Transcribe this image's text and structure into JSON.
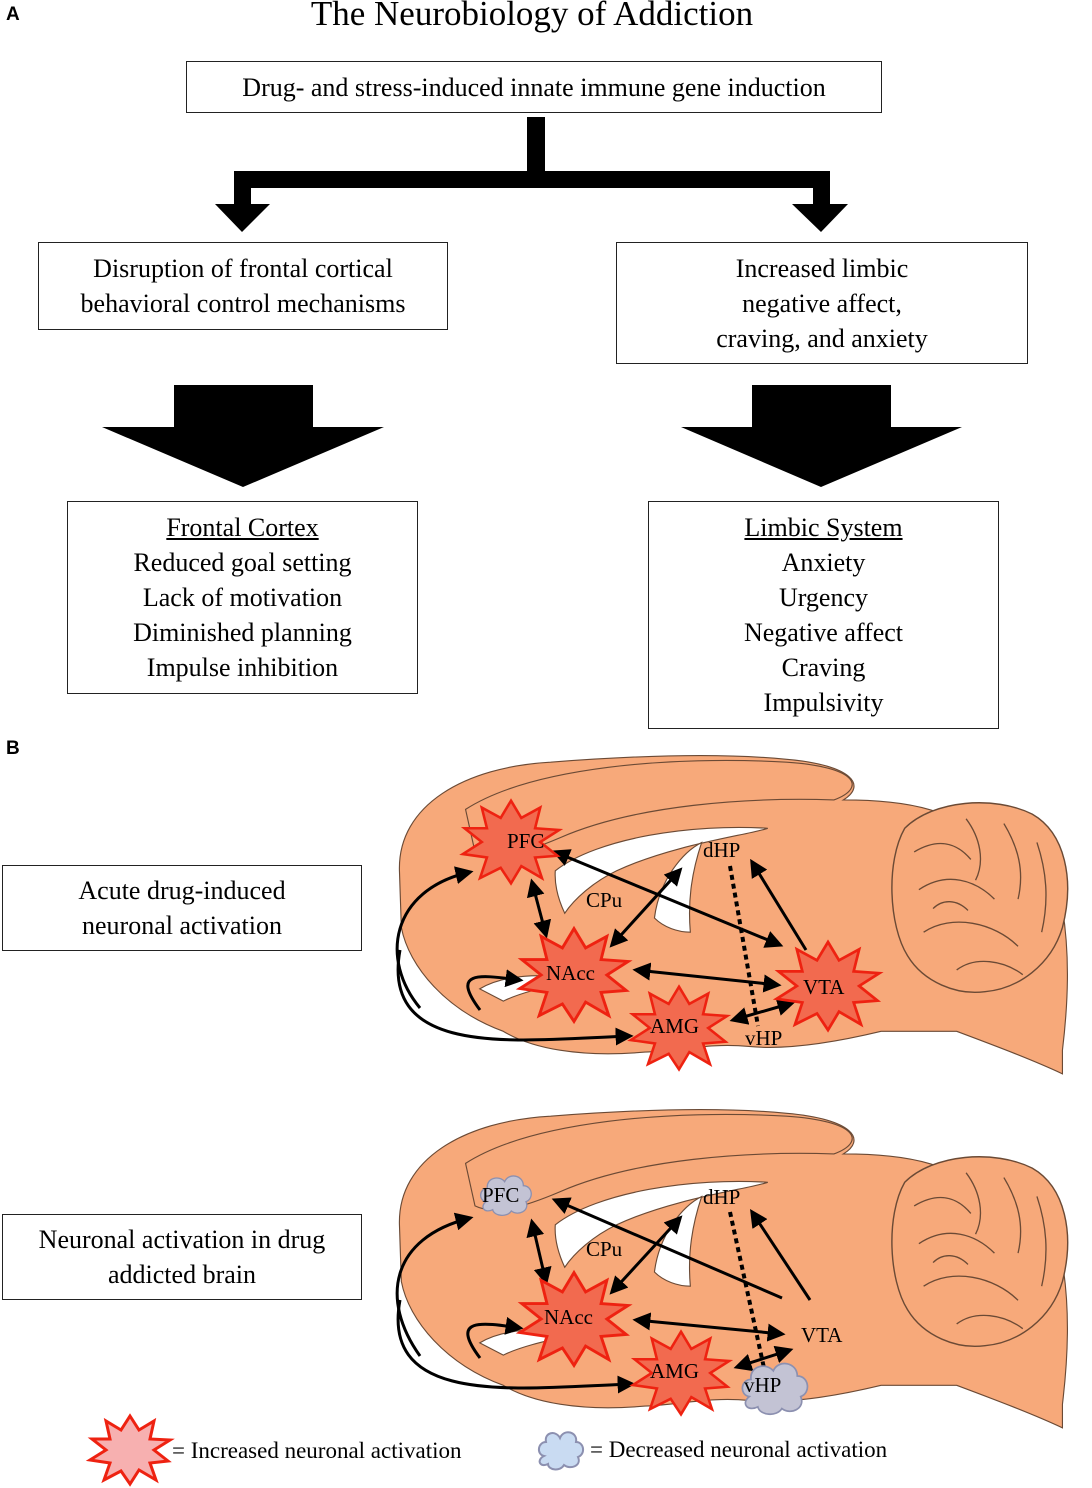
{
  "panel_a": {
    "letter": "A",
    "title": "The Neurobiology of Addiction",
    "top_box": "Drug- and stress-induced innate immune gene induction",
    "left_box": {
      "lines": [
        "Disruption of frontal cortical",
        "behavioral control mechanisms"
      ]
    },
    "right_box": {
      "lines": [
        "Increased limbic",
        "negative affect,",
        "craving, and anxiety"
      ]
    },
    "frontal_cortex": {
      "heading": "Frontal Cortex",
      "items": [
        "Reduced goal setting",
        "Lack of motivation",
        "Diminished planning",
        "Impulse inhibition"
      ]
    },
    "limbic_system": {
      "heading": "Limbic System",
      "items": [
        "Anxiety",
        "Urgency",
        "Negative affect",
        "Craving",
        "Impulsivity"
      ]
    }
  },
  "panel_b": {
    "letter": "B",
    "acute_label": {
      "lines": [
        "Acute drug-induced",
        "neuronal activation"
      ]
    },
    "addicted_label": {
      "lines": [
        "Neuronal activation in drug",
        "addicted brain"
      ]
    },
    "regions": {
      "pfc": "PFC",
      "dhp": "dHP",
      "cpu": "CPu",
      "nacc": "NAcc",
      "vta": "VTA",
      "amg": "AMG",
      "vhp": "vHP"
    },
    "legend": {
      "increased": "= Increased neuronal activation",
      "decreased": "= Decreased neuronal activation"
    },
    "colors": {
      "brain": "#f7a97a",
      "burst_fill": "#f26a4f",
      "burst_stroke": "#ee2211",
      "cloud_fill": "#c3c3d4",
      "cloud_stroke": "#8c90b0",
      "legend_burst_fill": "#f7b0b0",
      "legend_cloud_fill": "#c9dbf2"
    }
  }
}
